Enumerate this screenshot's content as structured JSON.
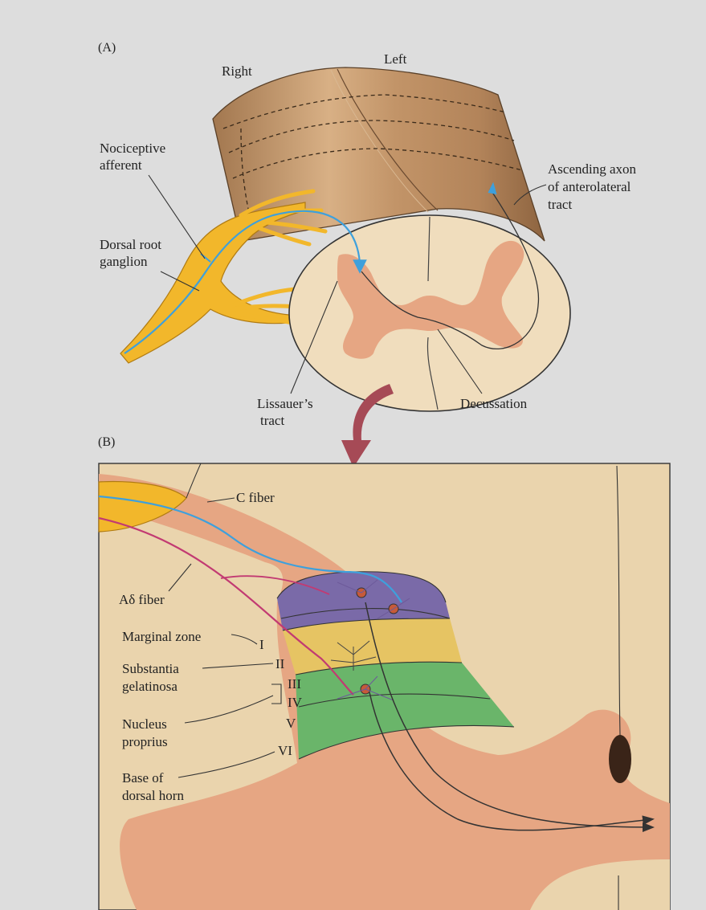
{
  "panel_a": {
    "tag": "(A)",
    "right": "Right",
    "left": "Left",
    "nociceptive_1": "Nociceptive",
    "nociceptive_2": "afferent",
    "drg_1": "Dorsal root",
    "drg_2": "ganglion",
    "asc_1": "Ascending axon",
    "asc_2": "of anterolateral",
    "asc_3": "tract",
    "lissauer_1": "Lissauer’s",
    "lissauer_2": "tract",
    "decussation": "Decussation"
  },
  "panel_b": {
    "tag": "(B)",
    "c_fiber": "C fiber",
    "ad_fiber": "Aδ fiber",
    "marginal": "Marginal zone",
    "sg_1": "Substantia",
    "sg_2": "gelatinosa",
    "np_1": "Nucleus",
    "np_2": "proprius",
    "base_1": "Base of",
    "base_2": "dorsal horn",
    "lamina_I": "I",
    "lamina_II": "II",
    "lamina_III": "III",
    "lamina_IV": "IV",
    "lamina_V": "V",
    "lamina_VI": "VI"
  },
  "colors": {
    "background": "#dddddd",
    "tissue": "#e8cfa6",
    "gray_matter": "#e6a683",
    "ganglion": "#f2b72b",
    "c_fiber": "#3ea0dc",
    "ad_fiber": "#c23a72",
    "lamina_I": "#7a6aa8",
    "lamina_II": "#e6c463",
    "lamina_V": "#6ab56a",
    "arrow": "#a64a56"
  }
}
